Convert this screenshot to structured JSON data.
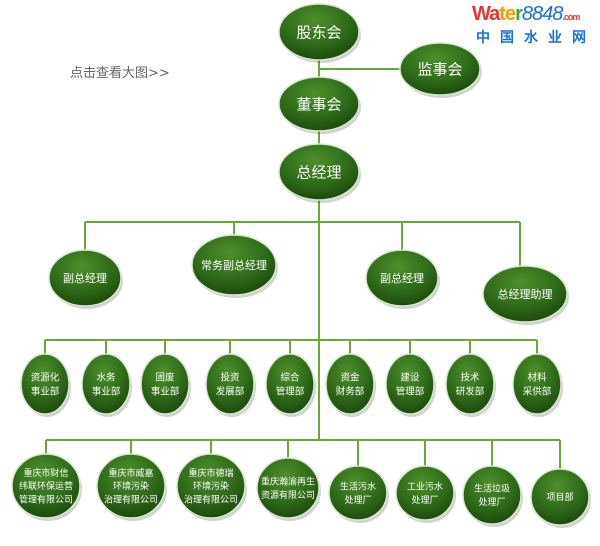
{
  "link_text": "点击查看大图>>",
  "colors": {
    "node_fill": "#2f6b1a",
    "node_dark": "#1f4d0f",
    "line": "#6aa83a",
    "text": "#ffffff"
  },
  "nodes": {
    "shareholders": [
      "股东会"
    ],
    "supervisors": [
      "监事会"
    ],
    "board": [
      "董事会"
    ],
    "gm": [
      "总经理"
    ],
    "level2": [
      [
        "副总经理"
      ],
      [
        "常务副总经理"
      ],
      [
        "副总经理"
      ],
      [
        "总经理助理"
      ]
    ],
    "level3": [
      [
        "资源化",
        "事业部"
      ],
      [
        "水务",
        "事业部"
      ],
      [
        "固废",
        "事业部"
      ],
      [
        "投资",
        "发展部"
      ],
      [
        "综合",
        "管理部"
      ],
      [
        "资金",
        "财务部"
      ],
      [
        "建设",
        "管理部"
      ],
      [
        "技术",
        "研发部"
      ],
      [
        "材料",
        "采供部"
      ]
    ],
    "level4": [
      [
        "重庆市财信",
        "纬联环保运营",
        "管理有限公司"
      ],
      [
        "重庆市威嘉",
        "环境污染",
        "治理有限公司"
      ],
      [
        "重庆市德瑞",
        "环境污染",
        "治理有限公司"
      ],
      [
        "重庆瀚渝再生",
        "资源有限公司"
      ],
      [
        "生活污水",
        "处理厂"
      ],
      [
        "工业污水",
        "处理厂"
      ],
      [
        "生活垃圾",
        "处理厂"
      ],
      [
        "项目部"
      ]
    ]
  },
  "watermark": {
    "en": "Water8848.com",
    "cn": "中国水业网"
  }
}
